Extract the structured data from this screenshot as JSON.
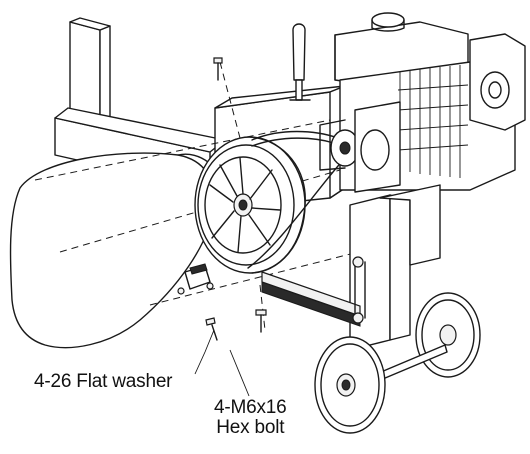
{
  "callouts": {
    "flat_washer": "4-26 Flat washer",
    "hex_bolt_line1": "4-M6x16",
    "hex_bolt_line2": "Hex bolt"
  },
  "icons": [
    "belt-guard",
    "drive-pulley",
    "engine",
    "wheel",
    "hex-bolt",
    "flat-washer"
  ]
}
